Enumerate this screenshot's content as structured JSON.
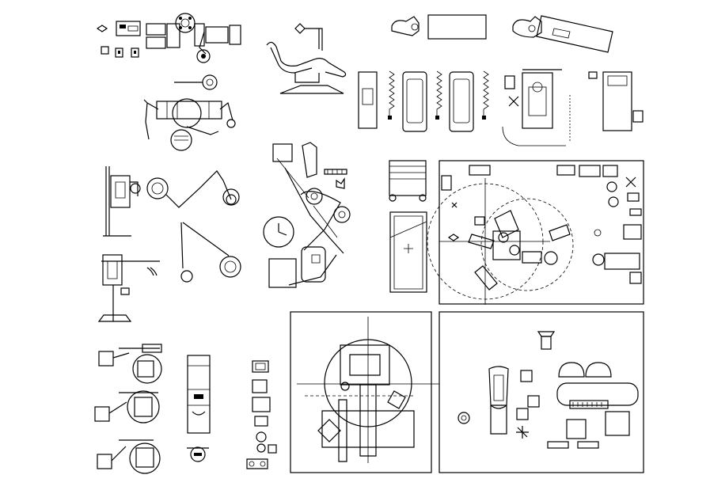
{
  "drawing": {
    "background": "#ffffff",
    "line_color": "#000000",
    "blocks": [
      {
        "id": "dental-unit-equipment-set",
        "icon": "dental-unit-icon"
      },
      {
        "id": "dental-chair-side-view",
        "icon": "dental-chair-icon"
      },
      {
        "id": "instrument-tray-top-view",
        "icon": "tray-icon"
      },
      {
        "id": "operating-table-plan-set",
        "icon": "table-icon"
      },
      {
        "id": "articulated-arm-unit",
        "icon": "articulated-arm-icon"
      },
      {
        "id": "xray-unit-elevations",
        "icon": "xray-unit-icon"
      },
      {
        "id": "dental-lamp-arms",
        "icon": "lamp-arm-icon"
      },
      {
        "id": "dental-chair-plan-with-arms",
        "icon": "chair-plan-icon"
      },
      {
        "id": "trolley-and-stretcher",
        "icon": "stretcher-icon"
      },
      {
        "id": "operating-room-layout-1",
        "icon": "room-layout-icon"
      },
      {
        "id": "lamp-heads-set",
        "icon": "lamp-head-icon"
      },
      {
        "id": "cabinet-elevation",
        "icon": "cabinet-icon"
      },
      {
        "id": "small-fixtures-column",
        "icon": "fixture-icon"
      },
      {
        "id": "operating-room-layout-2",
        "icon": "room-layout-icon"
      },
      {
        "id": "dental-clinic-layout",
        "icon": "clinic-layout-icon"
      }
    ]
  }
}
